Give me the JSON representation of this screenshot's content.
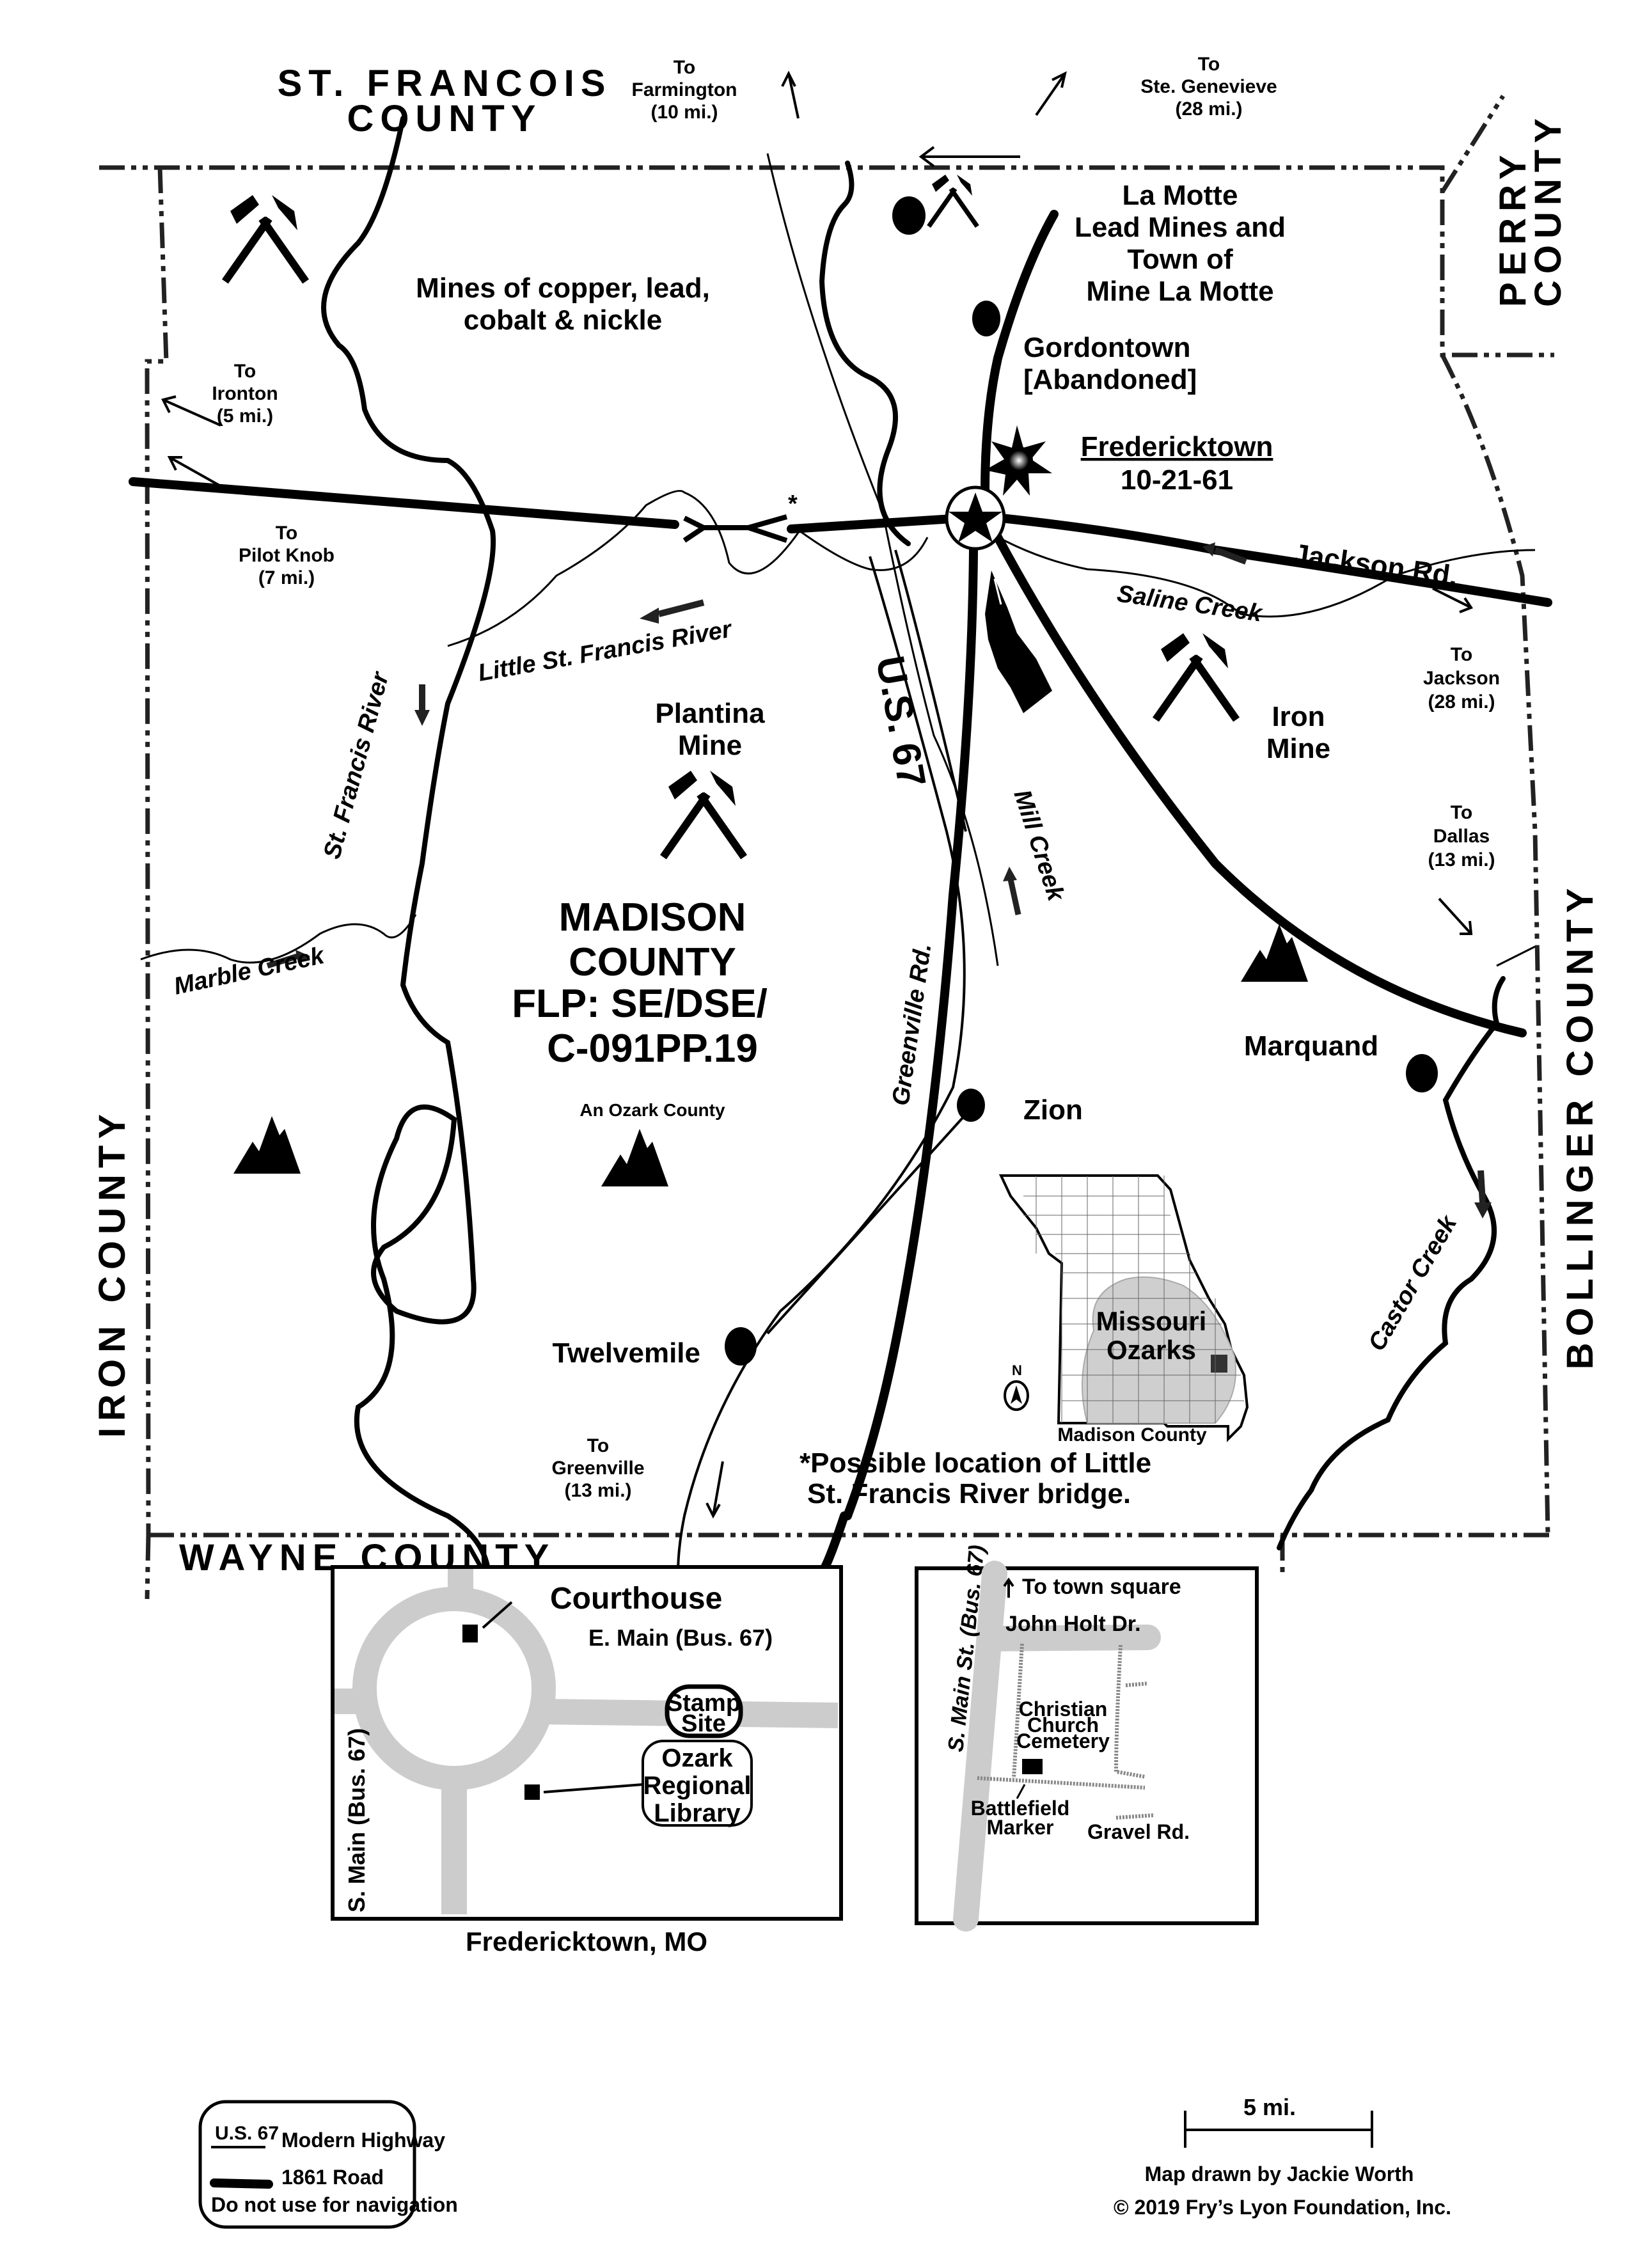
{
  "counties": {
    "north": [
      "ST. FRANCOIS",
      "COUNTY"
    ],
    "east_top": [
      "PERRY",
      "COUNTY"
    ],
    "west": "IRON COUNTY",
    "east": "BOLLINGER COUNTY",
    "south": "WAYNE COUNTY"
  },
  "directions": {
    "farmington": [
      "To",
      "Farmington",
      "(10 mi.)"
    ],
    "ste_genevieve": [
      "To",
      "Ste. Genevieve",
      "(28 mi.)"
    ],
    "ironton": [
      "To",
      "Ironton",
      "(5 mi.)"
    ],
    "pilot_knob": [
      "To",
      "Pilot Knob",
      "(7 mi.)"
    ],
    "jackson": [
      "To",
      "Jackson",
      "(28 mi.)"
    ],
    "dallas": [
      "To",
      "Dallas",
      "(13 mi.)"
    ],
    "greenville": [
      "To",
      "Greenville",
      "(13 mi.)"
    ]
  },
  "places": {
    "mines_northwest": [
      "Mines of copper, lead,",
      "cobalt & nickle"
    ],
    "la_motte": [
      "La Motte",
      "Lead Mines and",
      "Town of",
      "Mine La Motte"
    ],
    "gordontown": [
      "Gordontown",
      "[Abandoned]"
    ],
    "fredericktown": {
      "name": "Fredericktown",
      "date": "10-21-61"
    },
    "plantina_mine": [
      "Plantina",
      "Mine"
    ],
    "iron_mine": [
      "Iron",
      "Mine"
    ],
    "marquand": "Marquand",
    "zion": "Zion",
    "twelvemile": "Twelvemile"
  },
  "roads": {
    "jackson_rd": "Jackson Rd.",
    "us67": "U.S. 67",
    "greenville_rd": "Greenville Rd."
  },
  "rivers": {
    "little_st_francis": "Little St. Francis River",
    "st_francis": "St. Francis River",
    "saline_creek": "Saline Creek",
    "mill_creek": "Mill Creek",
    "marble_creek": "Marble Creek",
    "castor_creek": "Castor Creek"
  },
  "county_label": {
    "name": [
      "MADISON",
      "COUNTY"
    ],
    "code": [
      "FLP: SE/DSE/",
      "C-091PP.19"
    ],
    "subtitle": "An Ozark County"
  },
  "bridge_note": [
    "*Possible location of Little",
    "St. Francis River bridge."
  ],
  "bridge_marker": "*",
  "missouri_inset": {
    "label": [
      "Missouri",
      "Ozarks"
    ],
    "caption": "Madison County",
    "north": "N"
  },
  "town_inset": {
    "courthouse": "Courthouse",
    "e_main": "E. Main (Bus. 67)",
    "s_main": "S. Main (Bus. 67)",
    "stamp_site": [
      "Stamp",
      "Site"
    ],
    "library": [
      "Ozark",
      "Regional",
      "Library"
    ],
    "caption": "Fredericktown, MO"
  },
  "cemetery_inset": {
    "to_square": "To town square",
    "john_holt": "John Holt Dr.",
    "s_main": "S. Main St. (Bus. 67)",
    "cemetery": [
      "Christian",
      "Church",
      "Cemetery"
    ],
    "marker": [
      "Battlefield",
      "Marker"
    ],
    "gravel": "Gravel Rd."
  },
  "legend": {
    "hwy_sample": "U.S. 67",
    "hwy_label": "Modern Highway",
    "road_label": "1861 Road",
    "warning": "Do not use for navigation"
  },
  "scale": {
    "label": "5 mi."
  },
  "credits": [
    "Map drawn by Jackie Worth",
    "© 2019 Fry’s Lyon Foundation, Inc."
  ]
}
